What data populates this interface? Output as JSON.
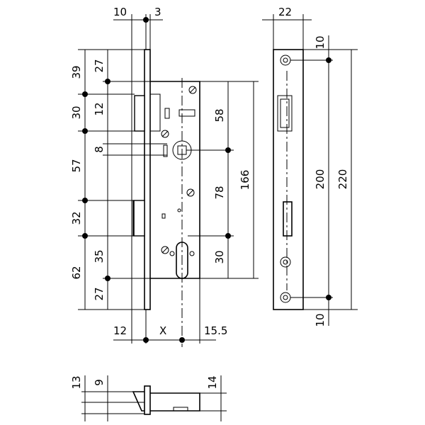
{
  "front_view": {
    "top_dims": {
      "backset_offset": "10",
      "plate_thickness": "3"
    },
    "left_outer_dims": [
      "39",
      "30",
      "57",
      "32",
      "62"
    ],
    "left_inner_dims": [
      "27",
      "12",
      "8",
      "35",
      "27"
    ],
    "right_dims": [
      "58",
      "78",
      "30",
      "166"
    ],
    "bottom_dims": {
      "left": "12",
      "backset": "X",
      "right": "15.5"
    }
  },
  "side_view": {
    "width": "22",
    "top_offset": "10",
    "bottom_offset": "10",
    "hole_spacing": "200",
    "total_height": "220"
  },
  "bottom_view": {
    "left_dims": [
      "13",
      "9"
    ],
    "right_dim": "14"
  }
}
